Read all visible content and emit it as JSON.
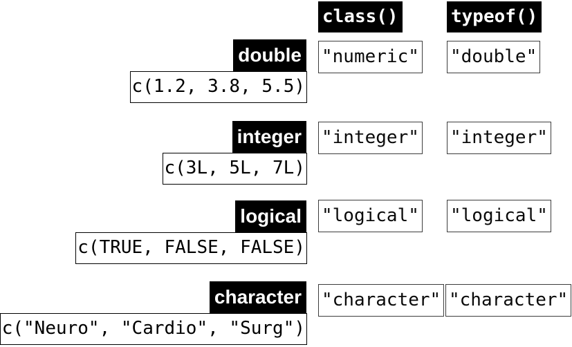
{
  "header": {
    "class_label": "class()",
    "typeof_label": "typeof()"
  },
  "rows": [
    {
      "type_label": "double",
      "code": "c(1.2, 3.8, 5.5)",
      "class_value": "\"numeric\"",
      "typeof_value": "\"double\""
    },
    {
      "type_label": "integer",
      "code": "c(3L, 5L, 7L)",
      "class_value": "\"integer\"",
      "typeof_value": "\"integer\""
    },
    {
      "type_label": "logical",
      "code": "c(TRUE, FALSE, FALSE)",
      "class_value": "\"logical\"",
      "typeof_value": "\"logical\""
    },
    {
      "type_label": "character",
      "code": "c(\"Neuro\", \"Cardio\", \"Surg\")",
      "class_value": "\"character\"",
      "typeof_value": "\"character\""
    }
  ],
  "colors": {
    "label_background": "#000000",
    "label_text": "#ffffff",
    "code_border": "#000000",
    "cell_border": "#3c3c3c",
    "page_background": "#ffffff"
  }
}
